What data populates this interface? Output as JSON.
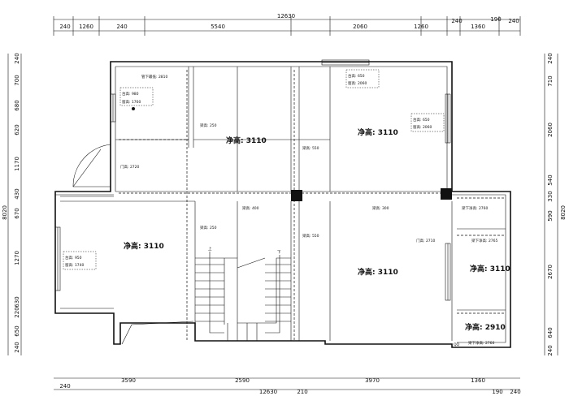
{
  "dims": {
    "top": {
      "total": "12630",
      "segs": [
        "240",
        "1260",
        "240",
        "5540",
        "2060",
        "1260",
        "240",
        "1360",
        "190",
        "240"
      ]
    },
    "bottom": {
      "total": "12630",
      "segs": [
        "240",
        "3590",
        "2590",
        "210",
        "3970",
        "1360",
        "190",
        "240"
      ]
    },
    "left": {
      "total": "8020",
      "segs": [
        "240",
        "700",
        "680",
        "620",
        "1170",
        "430",
        "670",
        "1270",
        "630",
        "220",
        "650",
        "240"
      ]
    },
    "right": {
      "total": "8020",
      "segs": [
        "240",
        "710",
        "2060",
        "540",
        "330",
        "590",
        "2670",
        "640",
        "240"
      ]
    }
  },
  "rooms": [
    "净高: 3110",
    "净高: 3110",
    "净高: 3110",
    "净高: 3110",
    "净高: 3110",
    "净高: 2910"
  ],
  "notes": {
    "beam_top": "管下最低: 2810",
    "win_tl": [
      "台高: 980",
      "窗高: 1760"
    ],
    "win_tr": [
      "台高: 650",
      "窗高: 2060"
    ],
    "win_r": [
      "台高: 650",
      "窗高: 2060"
    ],
    "win_l": [
      "台高: 950",
      "窗高: 1740"
    ],
    "door_left": "门高: 2720",
    "door_right": "门高: 2710",
    "beam_r1": "梁下净高: 2760",
    "beam_r2": "梁下净高: 2765",
    "beam_r3": "梁下净高: 2760",
    "beam_a": "梁高: 250",
    "beam_b": "梁高: 550",
    "beam_c": "梁高: 400",
    "beam_d": "梁高: 300",
    "beam_e": "梁高: 250",
    "beam_f": "梁高: 550",
    "stair_up": "上",
    "stair_down": "下"
  }
}
